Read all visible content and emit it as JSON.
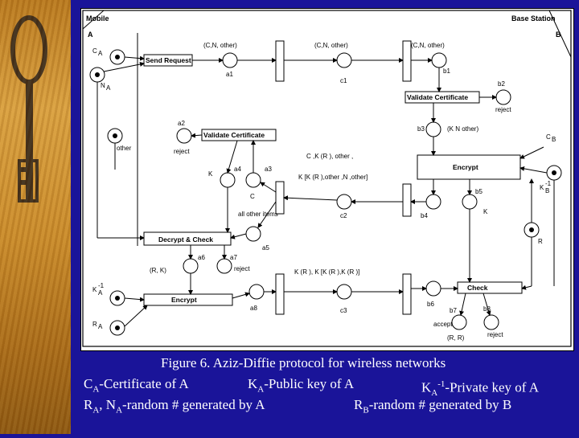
{
  "diagram": {
    "left_party": "Mobile",
    "right_party": "Base Station",
    "corner_a": "A",
    "corner_b": "B",
    "boxes": {
      "send_request": "Send Request",
      "validate_cert_a": "Validate Certificate",
      "decrypt_check": "Decrypt & Check",
      "encrypt_a": "Encrypt",
      "validate_cert_b": "Validate Certificate",
      "encrypt_b": "Encrypt",
      "check_b": "Check"
    },
    "places": {
      "ca": "C",
      "na": "N",
      "other1": "other",
      "a2": "a2",
      "reject_a2": "reject",
      "kb": "K",
      "a4": "a4",
      "a3": "a3",
      "cb_a3": "C",
      "all_other_items": "all other items",
      "a5": "a5",
      "a6": "a6",
      "a7": "a7",
      "reject_a7": "reject",
      "rb_ka": "(R, K)",
      "ka_inv": "K",
      "ra": "R",
      "a8": "a8",
      "a1": "a1",
      "c1": "c1",
      "c2": "c2",
      "c3": "c3",
      "b1": "b1",
      "b2": "b2",
      "reject_b2": "reject",
      "b3": "b3",
      "b4": "b4",
      "b5": "b5",
      "ka_b5": "K",
      "cb": "C",
      "kb_inv": "K",
      "rb": "R",
      "b6": "b6",
      "b7": "b7",
      "b8": "b8",
      "accept": "accept",
      "reject_b8": "reject",
      "ra_rb": "(R, R)"
    },
    "arc_labels": {
      "t1": "(C,N, other)",
      "t2": "(C,N, other)",
      "t3": "(C,N, other)",
      "t4": "(K N other)",
      "msg2a": "C ,K (R ), other ,",
      "msg2b": "K [K (R ),other ,N ,other]",
      "msg3": "K (R ), K [K (R ),K (R )]"
    }
  },
  "caption": {
    "line1": "Figure 6. Aziz-Diffie protocol for wireless networks",
    "ca_def": "C",
    "ca_sub": "A",
    "ca_rest": "-Certificate of A",
    "ka_def": "K",
    "ka_sub": "A",
    "ka_rest": "-Public key of A",
    "kainv_def": "K",
    "kainv_sub": "A",
    "kainv_sup": "-1",
    "kainv_rest": "-Private key of A",
    "ra_def": "R",
    "ra_sub": "A",
    "ra_mid": ", N",
    "na_sub": "A",
    "ra_rest": "-random # generated by A",
    "rb_def": "R",
    "rb_sub": "B",
    "rb_rest": "-random # generated by B"
  }
}
